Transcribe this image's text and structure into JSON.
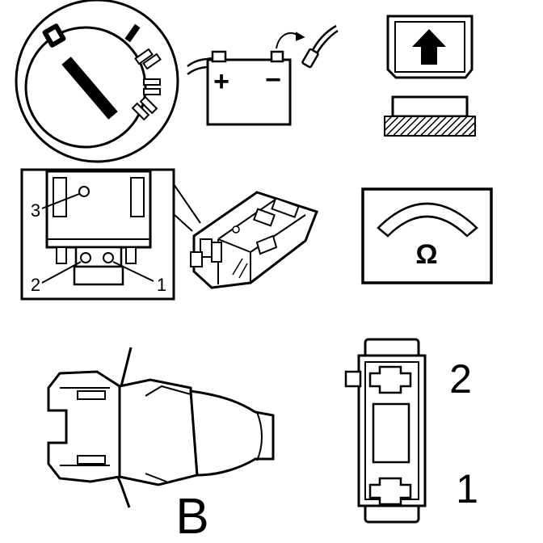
{
  "battery": {
    "plus": "+",
    "minus": "−"
  },
  "connector": {
    "pin1": "1",
    "pin2": "2",
    "pin3": "3"
  },
  "meter": {
    "unit": "Ω"
  },
  "harness": {
    "letter": "B"
  },
  "switch_side": {
    "label_top": "2",
    "label_bottom": "1"
  },
  "colors": {
    "ink": "#000000",
    "paper": "#ffffff"
  }
}
